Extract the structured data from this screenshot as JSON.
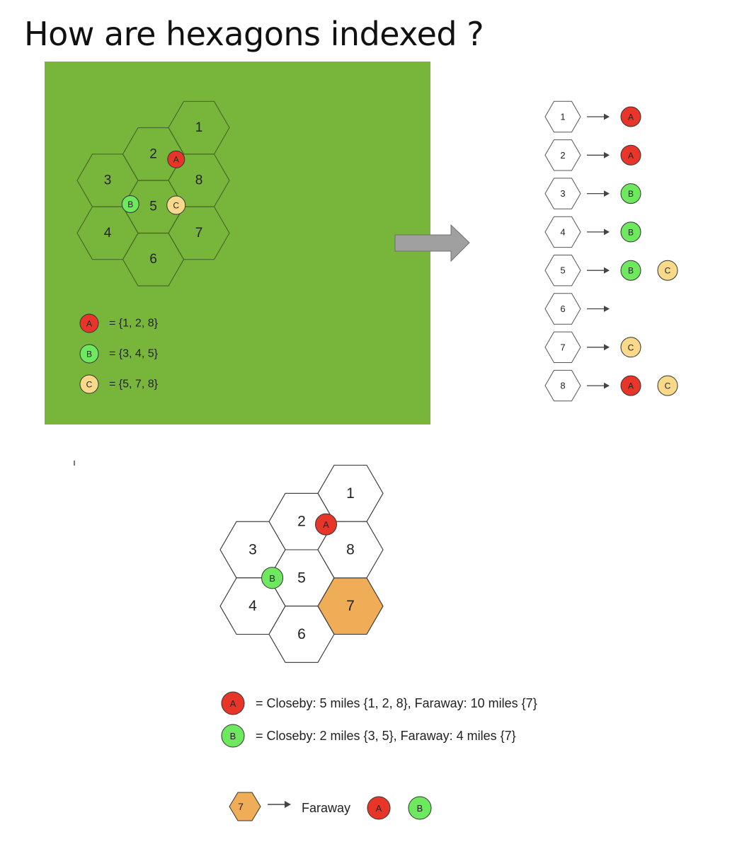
{
  "title": "How are hexagons indexed ?",
  "colors": {
    "panel_bg": "#77b63b",
    "marker_a": "#e8352a",
    "marker_b": "#6ee85e",
    "marker_c": "#fbd98a",
    "highlight_hex": "#f0ad57",
    "arrow_gray": "#a0a0a0"
  },
  "markers": {
    "a": "A",
    "b": "B",
    "c": "C"
  },
  "top_map": {
    "cells": [
      "1",
      "2",
      "3",
      "4",
      "5",
      "6",
      "7",
      "8"
    ]
  },
  "top_legend": [
    {
      "marker": "A",
      "text": "= {1, 2, 8}"
    },
    {
      "marker": "B",
      "text": "= {3, 4, 5}"
    },
    {
      "marker": "C",
      "text": "= {5, 7, 8}"
    }
  ],
  "index_list": [
    {
      "cell": "1",
      "markers": [
        "A"
      ]
    },
    {
      "cell": "2",
      "markers": [
        "A"
      ]
    },
    {
      "cell": "3",
      "markers": [
        "B"
      ]
    },
    {
      "cell": "4",
      "markers": [
        "B"
      ]
    },
    {
      "cell": "5",
      "markers": [
        "B",
        "C"
      ]
    },
    {
      "cell": "6",
      "markers": []
    },
    {
      "cell": "7",
      "markers": [
        "C"
      ]
    },
    {
      "cell": "8",
      "markers": [
        "A",
        "C"
      ]
    }
  ],
  "bottom_map": {
    "cells": [
      "1",
      "2",
      "3",
      "4",
      "5",
      "6",
      "7",
      "8"
    ],
    "highlighted": "7"
  },
  "bottom_legend": [
    {
      "marker": "A",
      "text": "= Closeby: 5 miles {1, 2, 8}, Faraway: 10 miles {7}"
    },
    {
      "marker": "B",
      "text": "= Closeby: 2 miles {3, 5}, Faraway: 4 miles {7}"
    }
  ],
  "faraway_row": {
    "cell": "7",
    "label": "Faraway",
    "markers": [
      "A",
      "B"
    ]
  }
}
